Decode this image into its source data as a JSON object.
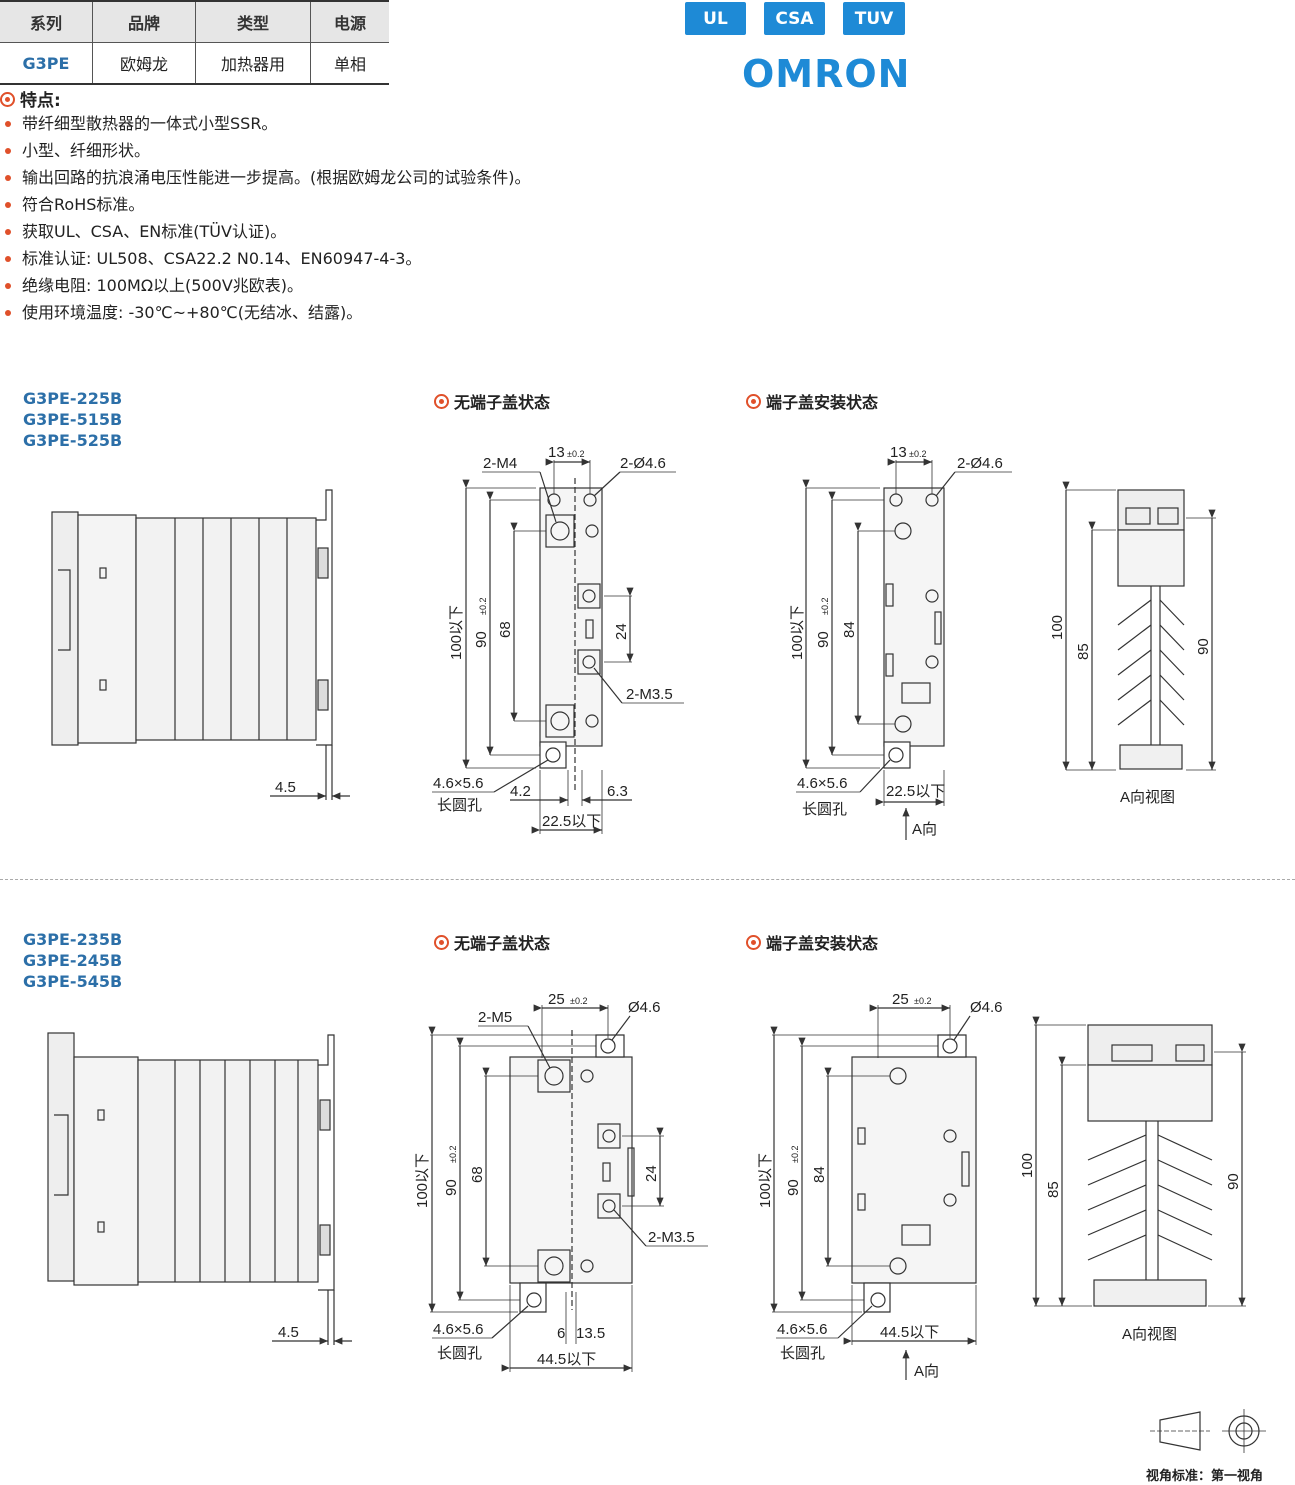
{
  "spec_table": {
    "headers": [
      "系列",
      "品牌",
      "类型",
      "电源"
    ],
    "values": [
      "G3PE",
      "欧姆龙",
      "加热器用",
      "单相"
    ]
  },
  "certs": [
    "UL",
    "CSA",
    "TUV"
  ],
  "brand_logo": "OMRON",
  "features": {
    "title": "特点:",
    "items": [
      "带纤细型散热器的一体式小型SSR。",
      "小型、纤细形状。",
      "输出回路的抗浪涌电压性能进一步提高。(根据欧姆龙公司的试验条件)。",
      "符合RoHS标准。",
      "获取UL、CSA、EN标准(TÜV认证)。",
      "标准认证: UL508、CSA22.2 N0.14、EN60947-4-3。",
      "绝缘电阻: 100MΩ以上(500V兆欧表)。",
      "使用环境温度: -30℃~+80℃(无结冰、结露)。"
    ]
  },
  "group1": {
    "models": [
      "G3PE-225B",
      "G3PE-515B",
      "G3PE-525B"
    ],
    "section_a": "无端子盖状态",
    "section_b": "端子盖安装状态",
    "dims": {
      "side_4_5": "4.5",
      "m4": "2-M4",
      "p13": "13",
      "tol": "±0.2",
      "hole46": "2-Ø4.6",
      "h100": "100以下",
      "h90": "90",
      "h68": "68",
      "h24": "24",
      "m35": "2-M3.5",
      "slot": "4.6×5.6",
      "slot_label": "长圆孔",
      "d42": "4.2",
      "d63": "6.3",
      "w225": "22.5以下",
      "h84": "84",
      "a_dir": "A向",
      "v100": "100",
      "v85": "85",
      "v90": "90",
      "a_view": "A向视图"
    }
  },
  "group2": {
    "models": [
      "G3PE-235B",
      "G3PE-245B",
      "G3PE-545B"
    ],
    "section_a": "无端子盖状态",
    "section_b": "端子盖安装状态",
    "dims": {
      "side_4_5": "4.5",
      "m5": "2-M5",
      "p25": "25",
      "tol": "±0.2",
      "hole46": "Ø4.6",
      "h100": "100以下",
      "h90": "90",
      "h68": "68",
      "h24": "24",
      "m35": "2-M3.5",
      "slot": "4.6×5.6",
      "slot_label": "长圆孔",
      "d6": "6",
      "d135": "13.5",
      "w445": "44.5以下",
      "h84": "84",
      "a_dir": "A向",
      "v100": "100",
      "v85": "85",
      "v90": "90",
      "a_view": "A向视图"
    }
  },
  "projection_note": "视角标准：第一视角"
}
